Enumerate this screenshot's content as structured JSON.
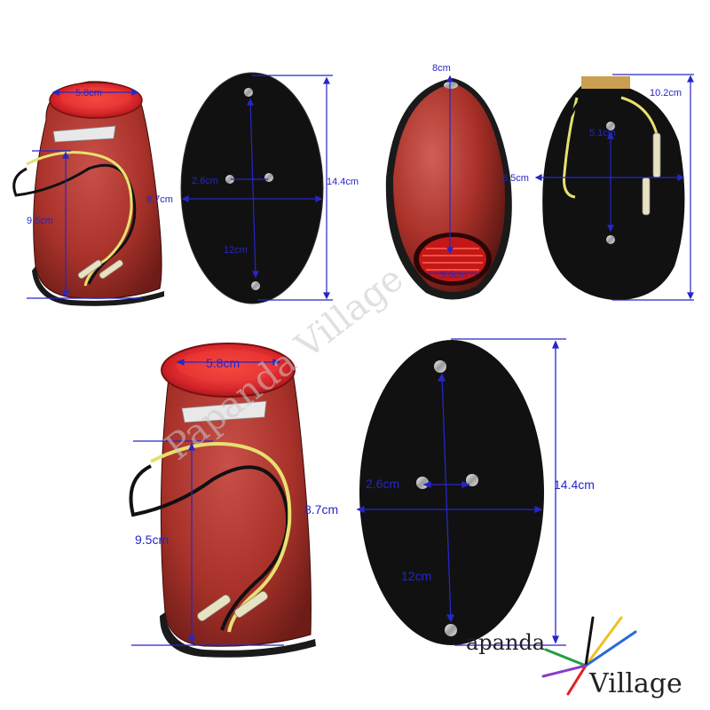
{
  "dimensions": {
    "top_left": {
      "lens_width": "5.8cm",
      "height": "9.5cm"
    },
    "top_plate": {
      "bolt_spacing": "2.6cm",
      "plate_width": "8.7cm",
      "plate_height": "14.4cm",
      "mount_distance": "12cm"
    },
    "top_front": {
      "top_width": "8cm",
      "bottom_width": "3.6cm"
    },
    "top_side": {
      "height": "10.2cm",
      "center_distance": "5.1cm",
      "width": "6.5cm"
    },
    "bottom_left": {
      "lens_width": "5.8cm",
      "height": "9.5cm"
    },
    "bottom_plate": {
      "bolt_spacing": "2.6cm",
      "plate_width": "8.7cm",
      "plate_height": "14.4cm",
      "mount_distance": "12cm"
    }
  },
  "watermark": {
    "text": "Papanda Village"
  },
  "brand": {
    "line1": "apanda",
    "line2": "Village"
  },
  "colors": {
    "dimension_lines": "#2626c8",
    "lamp_body": "#a8322a",
    "lens": "#d8262a",
    "plate": "#111111"
  }
}
